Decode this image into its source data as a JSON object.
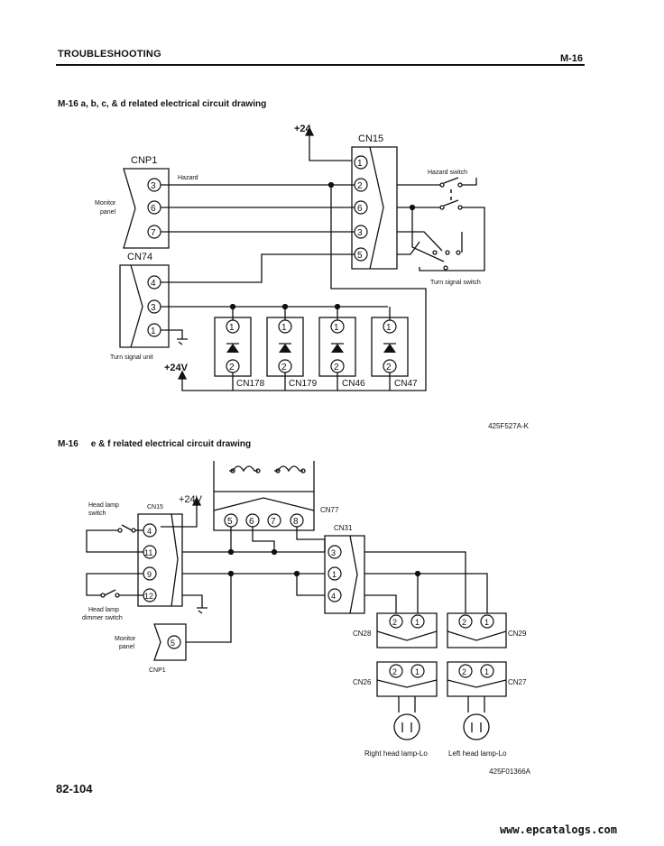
{
  "header": {
    "title": "TROUBLESHOOTING",
    "page_code": "M-16"
  },
  "section1": {
    "title": "M-16 a, b, c, & d related electrical circuit drawing",
    "figure_id": "425F527A-K",
    "supply": "+24",
    "supply2": "+24V",
    "connectors": {
      "cnp1": "CNP1",
      "cn15": "CN15",
      "cn74": "CN74",
      "cn178": "CN178",
      "cn179": "CN179",
      "cn46": "CN46",
      "cn47": "CN47"
    },
    "labels": {
      "hazard": "Hazard",
      "monitor_panel_1": "Monitor",
      "monitor_panel_2": "panel",
      "hazard_switch": "Hazard switch",
      "turn_signal_switch": "Turn signal switch",
      "turn_signal_unit": "Turn signal unit"
    },
    "pins": {
      "cnp1": [
        "3",
        "6",
        "7"
      ],
      "cn15": [
        "1",
        "2",
        "6",
        "3",
        "5"
      ],
      "cn74": [
        "4",
        "3",
        "1"
      ],
      "lamp": [
        "1",
        "2"
      ]
    }
  },
  "section2": {
    "code": "M-16",
    "title": "e & f related electrical circuit drawing",
    "figure_id": "425F01366A",
    "supply": "+24V",
    "connectors": {
      "cn15": "CN15",
      "cn77": "CN77",
      "cn31": "CN31",
      "cnp1": "CNP1",
      "cn28": "CN28",
      "cn29": "CN29",
      "cn26": "CN26",
      "cn27": "CN27"
    },
    "labels": {
      "head_lamp_switch_1": "Head lamp",
      "head_lamp_switch_2": "switch",
      "dimmer_1": "Head lamp",
      "dimmer_2": "dimmer switch",
      "monitor_panel_1": "Monitor",
      "monitor_panel_2": "panel",
      "right_lamp": "Right head lamp-Lo",
      "left_lamp": "Left head lamp-Lo"
    },
    "pins": {
      "cn15": [
        "4",
        "11",
        "9",
        "12"
      ],
      "cn77": [
        "5",
        "6",
        "7",
        "8"
      ],
      "cn31": [
        "3",
        "1",
        "4"
      ],
      "cnp1": [
        "5"
      ],
      "lamp_conn": [
        "2",
        "1"
      ]
    }
  },
  "footer": {
    "page_number": "82-104",
    "website": "www.epcatalogs.com"
  }
}
